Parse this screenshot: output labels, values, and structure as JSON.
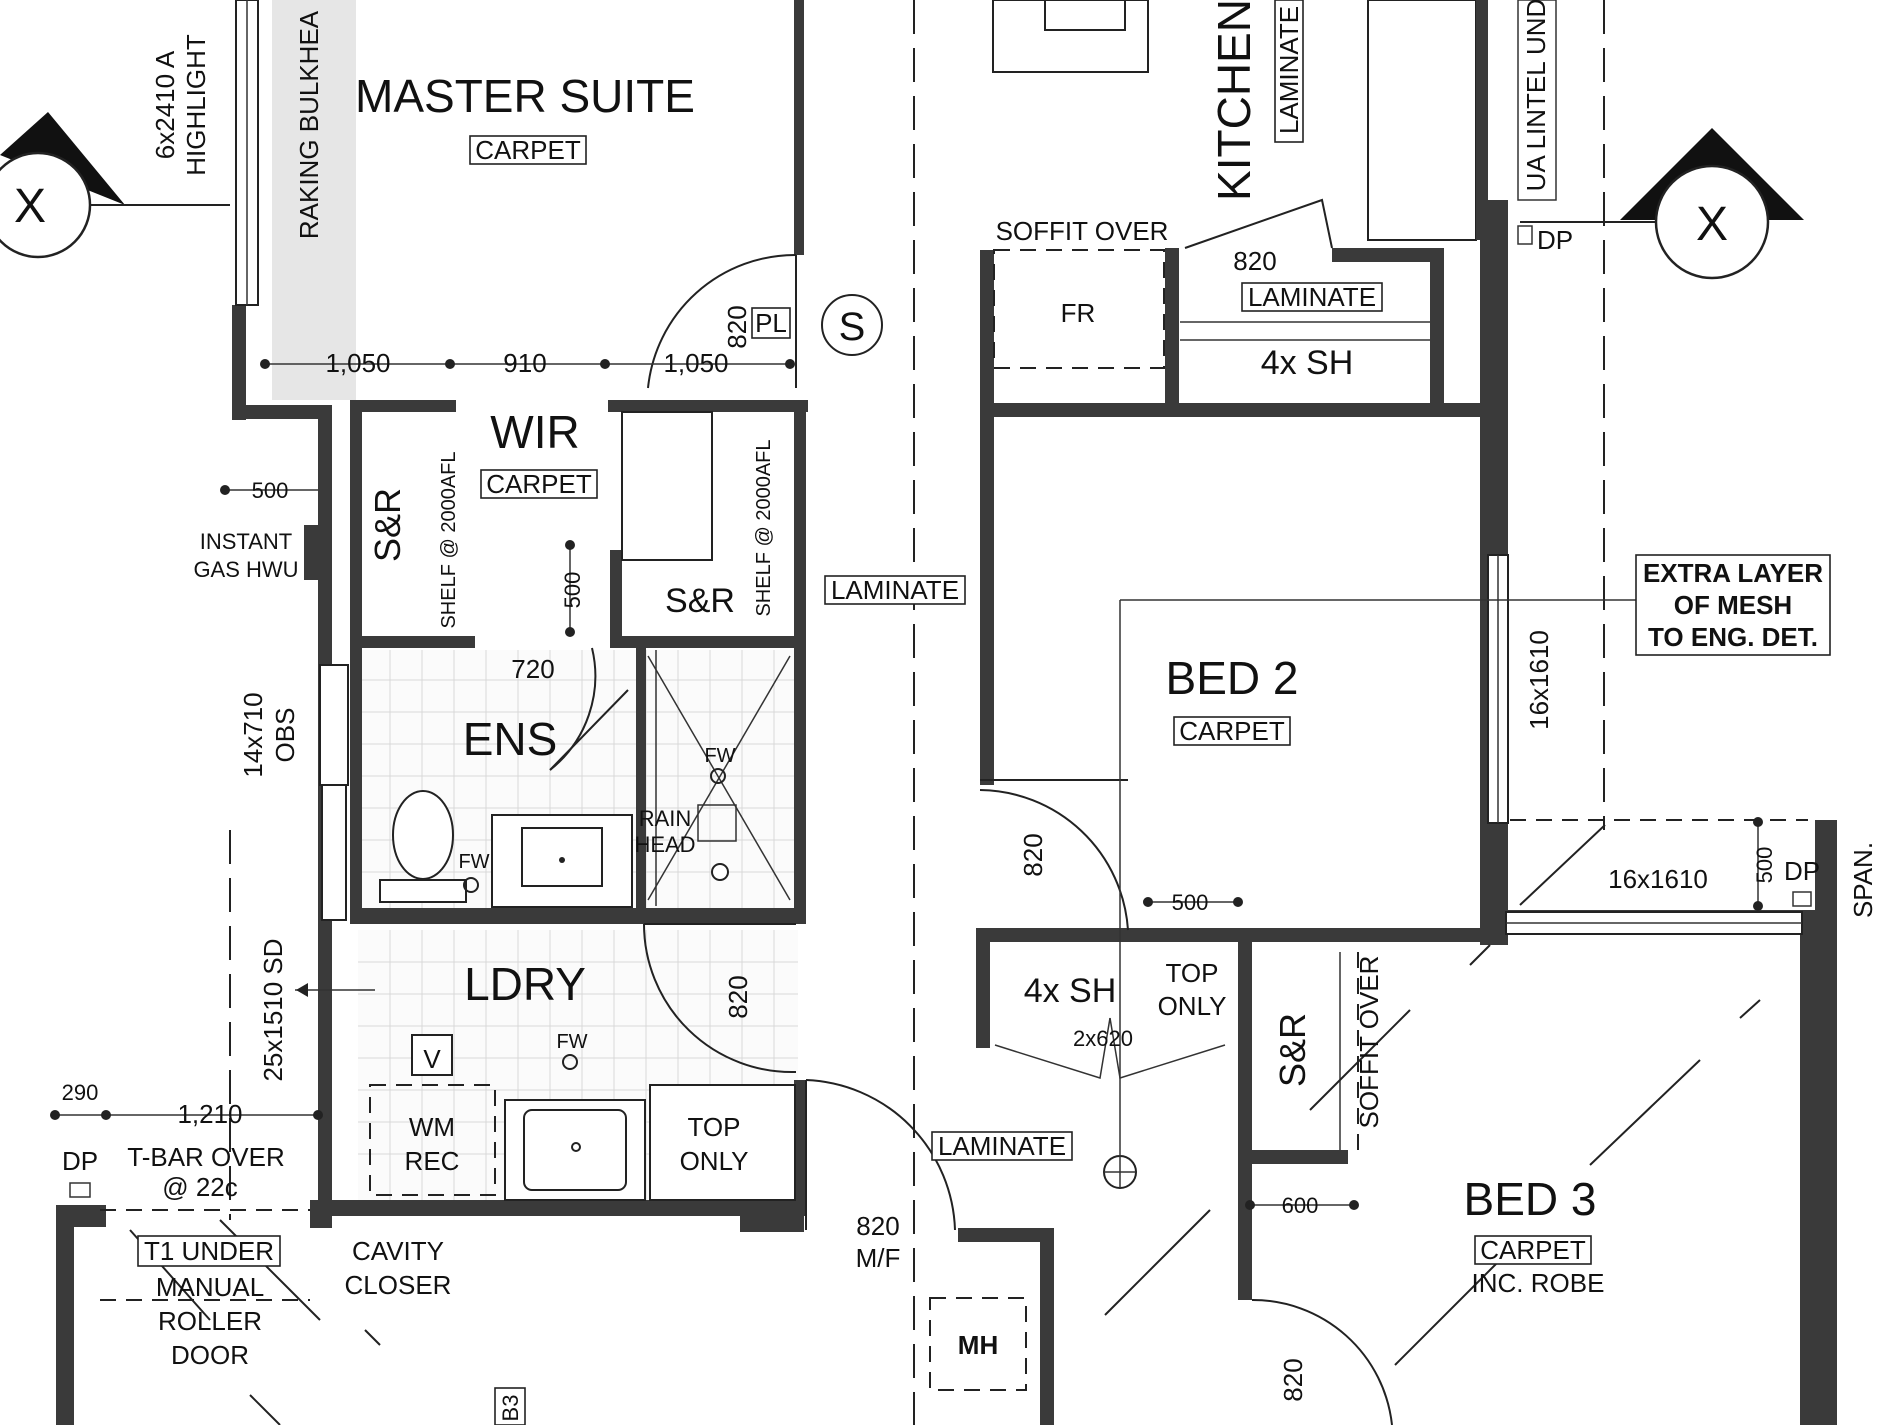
{
  "rooms": {
    "master_suite": "MASTER SUITE",
    "kitchen": "KITCHEN",
    "wir": "WIR",
    "ens": "ENS",
    "ldry": "LDRY",
    "bed2": "BED 2",
    "bed3": "BED 3"
  },
  "finishes": {
    "master_suite": "CARPET",
    "wir": "CARPET",
    "bed2": "CARPET",
    "bed3": "CARPET",
    "bed3_note": "INC. ROBE",
    "kitchen": "LAMINATE",
    "hall": "LAMINATE",
    "entry": "LAMINATE",
    "linen": "LAMINATE"
  },
  "fixtures": {
    "sr_wir_left": "S&R",
    "sr_wir_right": "S&R",
    "sr_bed3": "S&R",
    "shelf_left": "SHELF @ 2000AFL",
    "shelf_right": "SHELF @ 2000AFL",
    "fr": "FR",
    "sh_linen": "4x SH",
    "sh_bed2": "4x SH",
    "top_only_bed2_1": "TOP",
    "top_only_bed2_2": "ONLY",
    "top_only_ldry_1": "TOP",
    "top_only_ldry_2": "ONLY",
    "wm_rec_1": "WM",
    "wm_rec_2": "REC",
    "v_symbol": "V",
    "fw_ens": "FW",
    "fw_shower": "FW",
    "fw_ldry": "FW",
    "rain_head_1": "RAIN",
    "rain_head_2": "HEAD",
    "mh": "MH",
    "pl": "PL",
    "s_symbol": "S",
    "dp_left": "DP",
    "dp_top_right": "DP",
    "dp_right": "DP",
    "b3": "B3"
  },
  "notes": {
    "soffit_over_top": "SOFFIT OVER",
    "soffit_over_bed3": "SOFFIT OVER",
    "raking_bulkhead": "RAKING BULKHEA",
    "ua_lintel": "UA LINTEL UND",
    "instant_gas_1": "INSTANT",
    "instant_gas_2": "GAS HWU",
    "tbar_1": "T-BAR OVER",
    "tbar_2": "@ 22c",
    "t1_under": "T1 UNDER",
    "manual_roller_1": "MANUAL",
    "manual_roller_2": "ROLLER",
    "manual_roller_3": "DOOR",
    "cavity_1": "CAVITY",
    "cavity_2": "CLOSER",
    "mesh_1": "EXTRA LAYER",
    "mesh_2": "OF MESH",
    "mesh_3": "TO ENG. DET.",
    "span": "SPAN.",
    "section_marker_left": "X",
    "section_marker_right": "X"
  },
  "windows": {
    "highlight_1": "6x2410 A",
    "highlight_2": "HIGHLIGHT",
    "obs_1": "14x710",
    "obs_2": "OBS",
    "sd": "25x1510 SD",
    "bed2_window": "16x1610",
    "bed3_window": "16x1610"
  },
  "dimensions": {
    "d_1050_left": "1,050",
    "d_910": "910",
    "d_1050_right": "1,050",
    "d_820_master": "820",
    "d_820_linen": "820",
    "d_500_gas": "500",
    "d_500_wir": "500",
    "d_720": "720",
    "d_820_bed2": "820",
    "d_500_bed2": "500",
    "d_2x620": "2x620",
    "d_820_ldry": "820",
    "d_820_mf_1": "820",
    "d_820_mf_2": "M/F",
    "d_290": "290",
    "d_1210": "1,210",
    "d_600": "600",
    "d_500_right": "500",
    "d_820_bed3": "820"
  }
}
